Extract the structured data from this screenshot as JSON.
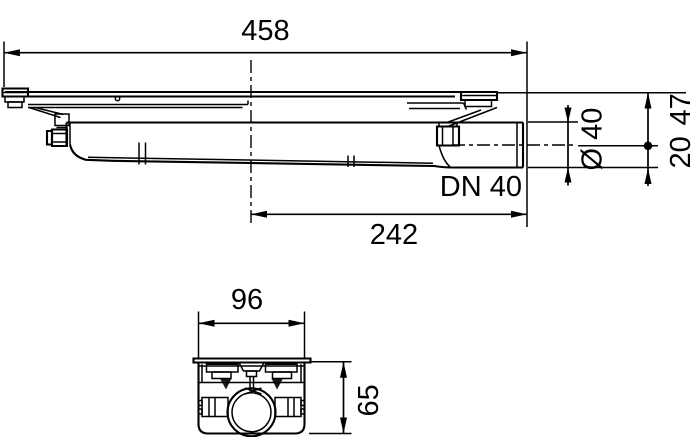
{
  "drawing": {
    "background_color": "#ffffff",
    "line_color": "#000000",
    "dims": {
      "total_length": "458",
      "outlet_offset_from_center": "242",
      "outlet_nominal_size": "DN 40",
      "pipe_diameter": "Ø 40",
      "top_to_pipe_center": "47",
      "pipe_center_to_bottom": "20",
      "end_view_width": "96",
      "end_view_height": "65"
    }
  }
}
